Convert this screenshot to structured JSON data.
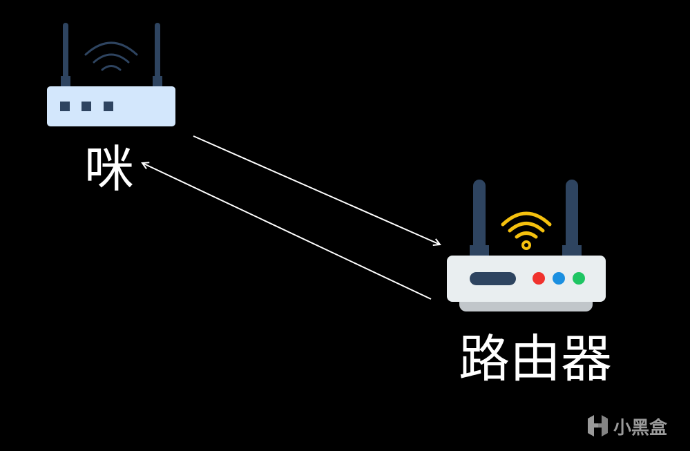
{
  "nodes": {
    "left": {
      "label": "咪",
      "icon": "router-icon"
    },
    "right": {
      "label": "路由器",
      "icon": "wifi-router-icon"
    }
  },
  "edges": [
    {
      "from": "咪",
      "to": "路由器"
    },
    {
      "from": "路由器",
      "to": "咪"
    }
  ],
  "watermark": {
    "text": "小黑盒"
  },
  "colors": {
    "background": "#000000",
    "arrow": "#ffffff",
    "antenna": "#2e4460",
    "router1_body": "#d3e7fc",
    "router2_body": "#e9eef0",
    "router2_base": "#c1c6ca",
    "wifi_yellow": "#f5c10e",
    "led_red": "#f0322d",
    "led_blue": "#1b8fe0",
    "led_green": "#1fc563"
  }
}
